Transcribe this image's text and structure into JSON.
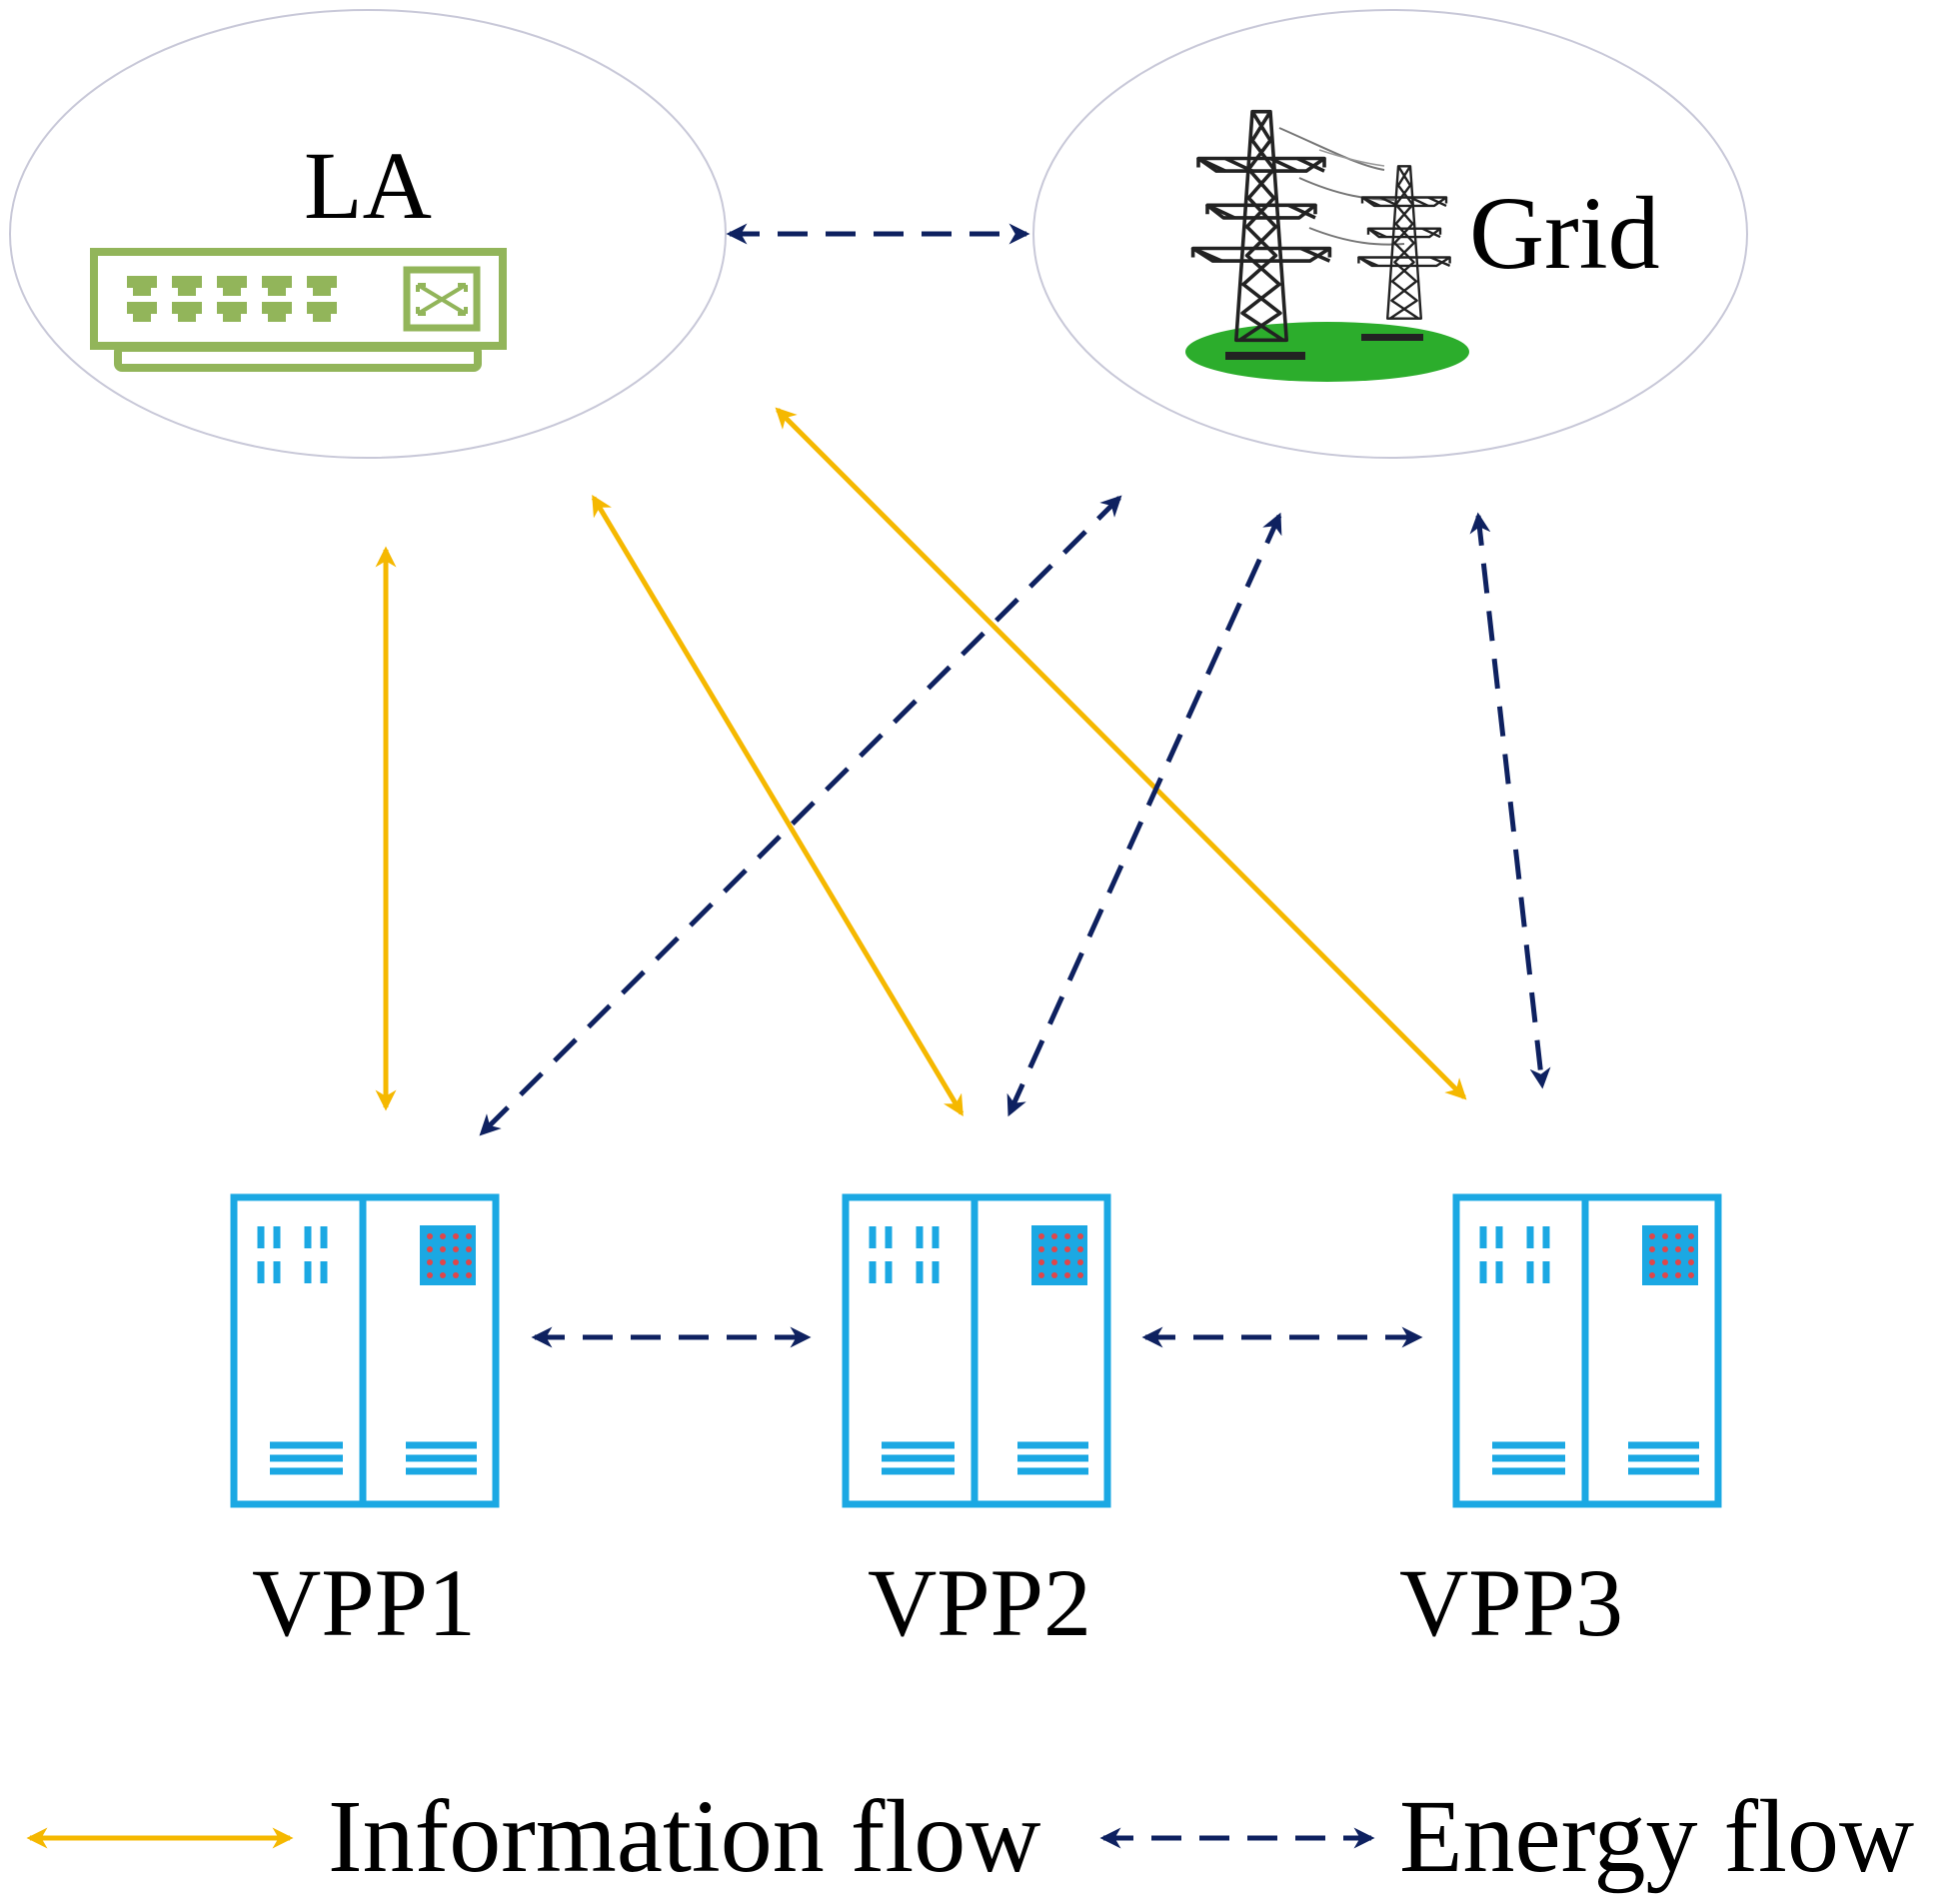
{
  "nodes": {
    "la": {
      "label": "LA",
      "icon": "network-switch-icon"
    },
    "grid": {
      "label": "Grid",
      "icon": "transmission-tower-icon"
    },
    "vpps": [
      {
        "label": "VPP1",
        "icon": "server-cabinet-icon"
      },
      {
        "label": "VPP2",
        "icon": "server-cabinet-icon"
      },
      {
        "label": "VPP3",
        "icon": "server-cabinet-icon"
      }
    ]
  },
  "flows": {
    "information": [
      "LA-VPP1",
      "LA-VPP2",
      "LA-VPP3"
    ],
    "energy": [
      "LA-Grid",
      "Grid-VPP1",
      "Grid-VPP2",
      "Grid-VPP3",
      "VPP1-VPP2",
      "VPP2-VPP3"
    ]
  },
  "legend": {
    "information_label": "Information flow",
    "energy_label": "Energy flow"
  },
  "colors": {
    "information": "#F5B800",
    "energy": "#0E2160",
    "switch": "#92B55A",
    "server": "#1BA8E3",
    "server_dots": "#E0464A",
    "grid_ground": "#2CAD2C",
    "tower": "#222222",
    "ellipse_stroke": "#C8C8D8"
  }
}
